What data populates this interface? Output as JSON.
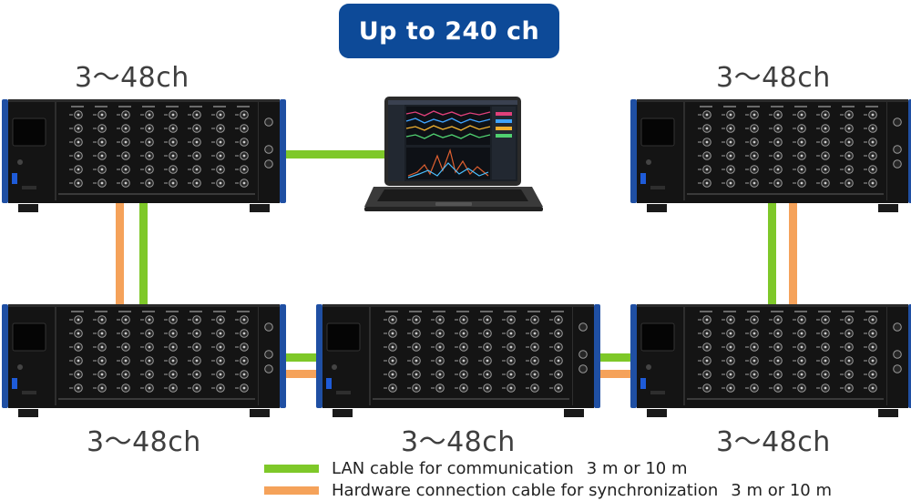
{
  "header": {
    "banner": "Up to 240 ch"
  },
  "units": [
    {
      "id": "top-left",
      "channel_label": "3～48ch"
    },
    {
      "id": "top-right",
      "channel_label": "3～48ch"
    },
    {
      "id": "bottom-left",
      "channel_label": "3～48ch"
    },
    {
      "id": "bottom-center",
      "channel_label": "3～48ch"
    },
    {
      "id": "bottom-right",
      "channel_label": "3～48ch"
    }
  ],
  "legend": [
    {
      "label": "LAN cable for communication",
      "length": "3 m or 10 m",
      "color": "#7ec829"
    },
    {
      "label": "Hardware connection cable for synchronization",
      "length": "3 m or 10 m",
      "color": "#f5a25a"
    }
  ],
  "colors": {
    "banner": "#0d4a98",
    "lan": "#7ec829",
    "hardware": "#f5a25a",
    "unit_trim": "#1f4fa3",
    "unit_face": "#141414"
  }
}
